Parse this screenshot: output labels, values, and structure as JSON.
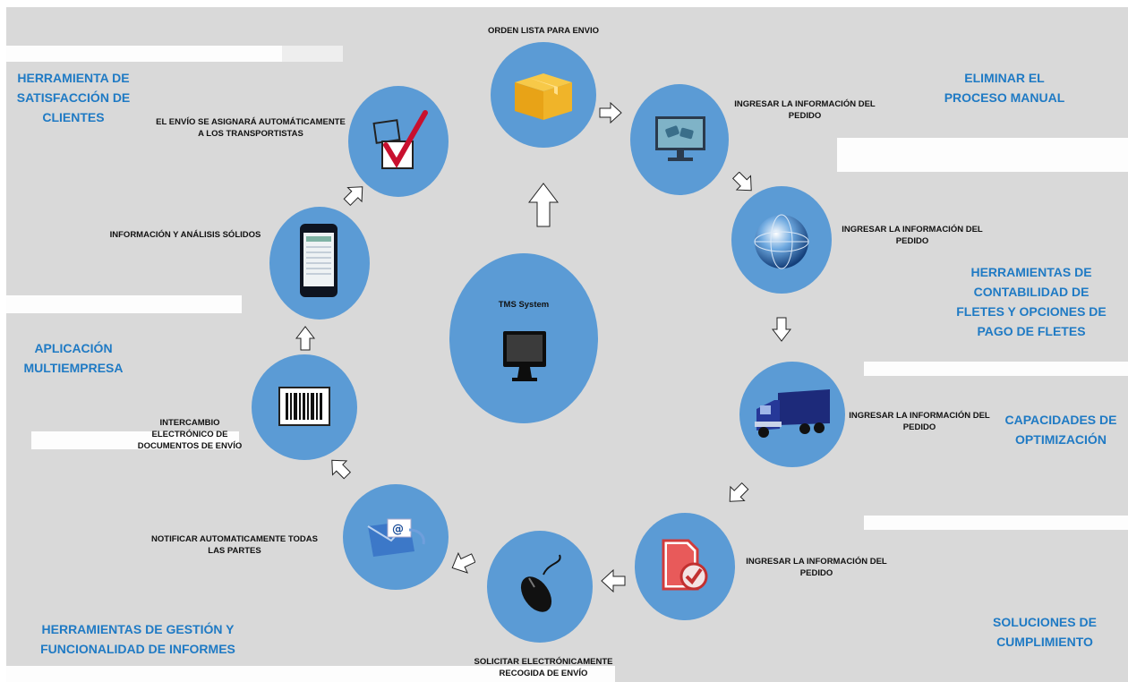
{
  "hub": {
    "title": "TMS System"
  },
  "steps": [
    {
      "id": "order",
      "label": "ORDEN LISTA PARA ENVIO",
      "icon": "box-icon"
    },
    {
      "id": "info1",
      "label": [
        "INGRESAR LA INFORMACIÓN  DEL",
        "PEDIDO"
      ],
      "icon": "monitor-tickets-icon"
    },
    {
      "id": "info2",
      "label": [
        "INGRESAR LA INFORMACIÓN  DEL",
        "PEDIDO"
      ],
      "icon": "globe-icon"
    },
    {
      "id": "info3",
      "label": [
        "INGRESAR LA INFORMACIÓN  DEL",
        "PEDIDO"
      ],
      "icon": "truck-icon"
    },
    {
      "id": "info4",
      "label": [
        "INGRESAR LA INFORMACIÓN  DEL",
        "PEDIDO"
      ],
      "icon": "document-check-icon"
    },
    {
      "id": "pickup",
      "label": [
        "SOLICITAR ELECTRÓNICAMENTE",
        "RECOGIDA DE ENVÍO"
      ],
      "icon": "mouse-icon"
    },
    {
      "id": "notify",
      "label": [
        "NOTIFICAR AUTOMATICAMENTE  TODAS",
        "LAS PARTES"
      ],
      "icon": "email-icon"
    },
    {
      "id": "edi",
      "label": [
        "INTERCAMBIO",
        "ELECTRÓNICO DE",
        "DOCUMENTOS DE ENVÍO"
      ],
      "icon": "barcode-icon"
    },
    {
      "id": "analysis",
      "label": "INFORMACIÓN Y ANÁLISIS SÓLIDOS",
      "icon": "smartphone-icon"
    },
    {
      "id": "assign",
      "label": [
        "EL ENVÍO SE ASIGNARÁ AUTOMÁTICAMENTE",
        "A LOS TRANSPORTISTAS"
      ],
      "icon": "checkbox-icon"
    }
  ],
  "categories": {
    "satisfaction": [
      "HERRAMIENTA DE",
      "SATISFACCIÓN DE",
      "CLIENTES"
    ],
    "manual": [
      "ELIMINAR EL",
      "PROCESO MANUAL"
    ],
    "accounting": [
      "HERRAMIENTAS DE",
      "CONTABILIDAD DE",
      "FLETES Y OPCIONES DE",
      "PAGO DE FLETES"
    ],
    "multicompany": [
      "APLICACIÓN",
      "MULTIEMPRESA"
    ],
    "optimization": [
      "CAPACIDADES DE",
      "OPTIMIZACIÓN"
    ],
    "management": [
      "HERRAMIENTAS DE GESTIÓN Y",
      "FUNCIONALIDAD DE INFORMES"
    ],
    "fulfillment": [
      "SOLUCIONES DE",
      "CUMPLIMIENTO"
    ]
  },
  "colors": {
    "background": "#d9d9d9",
    "circle": "#5b9bd5",
    "category_text": "#1f7ac4"
  }
}
